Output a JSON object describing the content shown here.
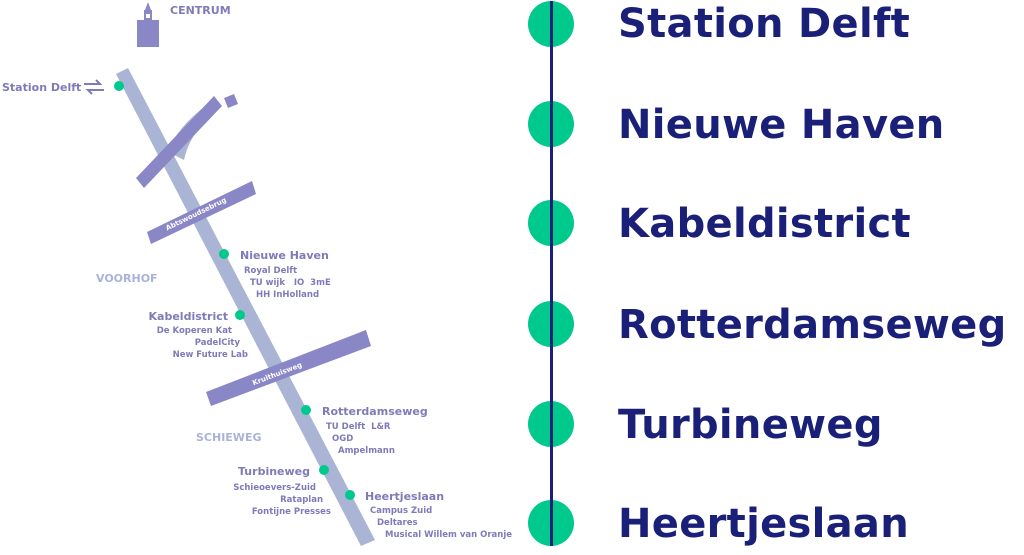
{
  "colors": {
    "navy": "#1a1f78",
    "green": "#00c98d",
    "route": "#aab4d4",
    "street": "#8a87c6",
    "label": "#7f7ab8",
    "district": "#a9b3d8"
  },
  "map": {
    "centrum_label": "CENTRUM",
    "centrum_icon": "church-tower-icon",
    "train_icon": "ns-train-logo-icon",
    "districts": [
      "VOORHOF",
      "SCHIEWEG"
    ],
    "streets": [
      "Abtswoudsebrug",
      "Kruithuisweg"
    ],
    "stops": [
      {
        "name": "Station Delft",
        "places": []
      },
      {
        "name": "Nieuwe Haven",
        "places": [
          "Royal Delft",
          "TU wijk   IO  3mE",
          "HH InHolland"
        ]
      },
      {
        "name": "Kabeldistrict",
        "places": [
          "De Koperen Kat",
          "PadelCity",
          "New Future Lab"
        ]
      },
      {
        "name": "Rotterdamseweg",
        "places": [
          "TU Delft  L&R",
          "OGD",
          "Ampelmann"
        ]
      },
      {
        "name": "Turbineweg",
        "places": [
          "Schieoevers-Zuid",
          "Rataplan",
          "Fontijne Presses"
        ]
      },
      {
        "name": "Heertjeslaan",
        "places": [
          "Campus Zuid",
          "Deltares",
          "Musical Willem van Oranje"
        ]
      }
    ]
  },
  "line": {
    "stops": [
      "Station Delft",
      "Nieuwe Haven",
      "Kabeldistrict",
      "Rotterdamseweg",
      "Turbineweg",
      "Heertjeslaan"
    ]
  }
}
